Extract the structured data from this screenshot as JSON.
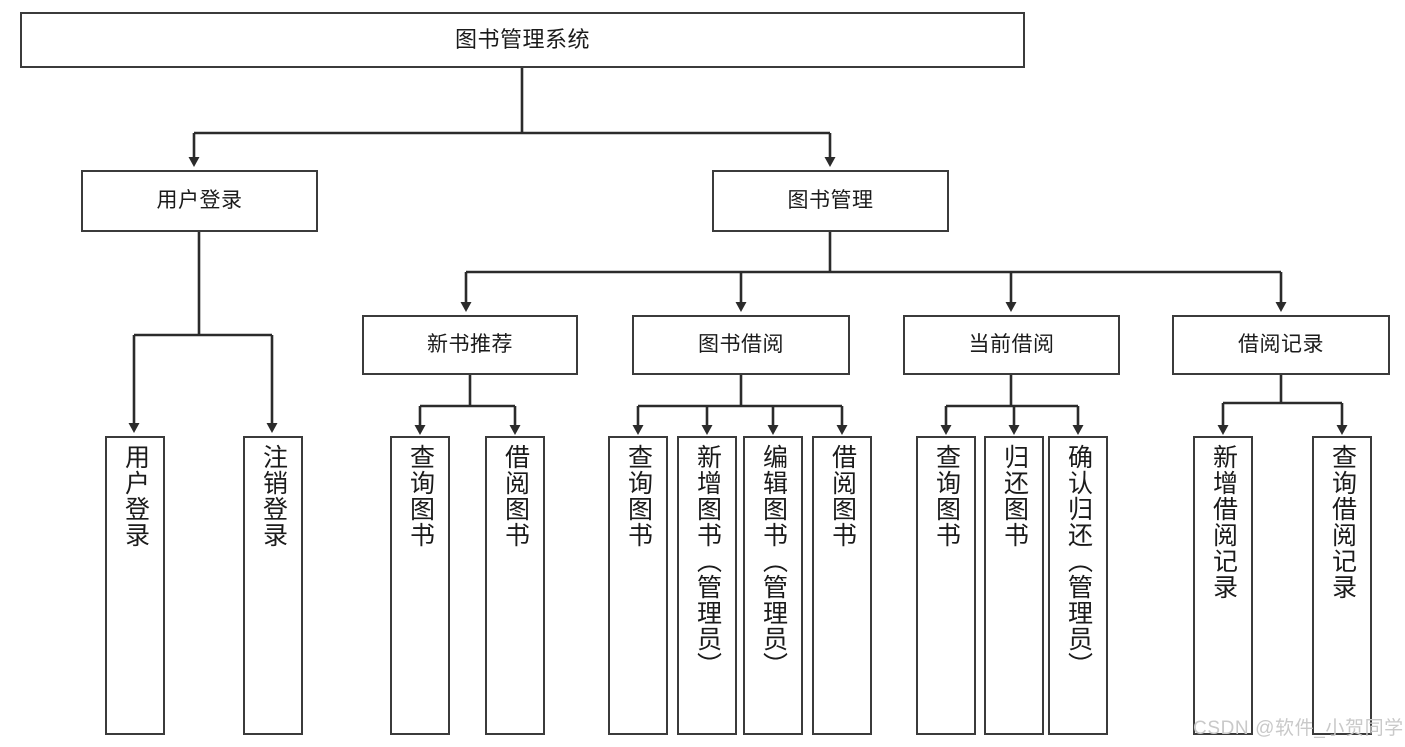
{
  "diagram": {
    "type": "tree",
    "title": "图书管理系统",
    "orientation": "top-down",
    "colors": {
      "box_border": "#3b3b3b",
      "box_fill": "#ffffff",
      "edge": "#2b2b2b",
      "text": "#1b1b1b",
      "watermark": "#c9c9c9",
      "background": "#ffffff"
    },
    "levels": [
      {
        "level": 1,
        "nodes": [
          {
            "id": "root",
            "label": "图书管理系统",
            "text_direction": "horizontal"
          }
        ]
      },
      {
        "level": 2,
        "nodes": [
          {
            "id": "login",
            "label": "用户登录",
            "text_direction": "horizontal",
            "parent": "root"
          },
          {
            "id": "bookmgmt",
            "label": "图书管理",
            "text_direction": "horizontal",
            "parent": "root"
          }
        ]
      },
      {
        "level": 3,
        "nodes": [
          {
            "id": "newbook",
            "label": "新书推荐",
            "text_direction": "horizontal",
            "parent": "bookmgmt"
          },
          {
            "id": "borrow",
            "label": "图书借阅",
            "text_direction": "horizontal",
            "parent": "bookmgmt"
          },
          {
            "id": "current",
            "label": "当前借阅",
            "text_direction": "horizontal",
            "parent": "bookmgmt"
          },
          {
            "id": "record",
            "label": "借阅记录",
            "text_direction": "horizontal",
            "parent": "bookmgmt"
          }
        ]
      },
      {
        "level": 4,
        "nodes": [
          {
            "id": "leaf1",
            "label": "用户登录",
            "text_direction": "vertical",
            "parent": "login"
          },
          {
            "id": "leaf2",
            "label": "注销登录",
            "text_direction": "vertical",
            "parent": "login"
          },
          {
            "id": "leaf3",
            "label": "查询图书",
            "text_direction": "vertical",
            "parent": "newbook"
          },
          {
            "id": "leaf4",
            "label": "借阅图书",
            "text_direction": "vertical",
            "parent": "newbook"
          },
          {
            "id": "leaf5",
            "label": "查询图书",
            "text_direction": "vertical",
            "parent": "borrow"
          },
          {
            "id": "leaf6",
            "label": "新增图书（管理员）",
            "text_direction": "vertical",
            "parent": "borrow"
          },
          {
            "id": "leaf7",
            "label": "编辑图书（管理员）",
            "text_direction": "vertical",
            "parent": "borrow"
          },
          {
            "id": "leaf8",
            "label": "借阅图书",
            "text_direction": "vertical",
            "parent": "borrow"
          },
          {
            "id": "leaf9",
            "label": "查询图书",
            "text_direction": "vertical",
            "parent": "current"
          },
          {
            "id": "leaf10",
            "label": "归还图书",
            "text_direction": "vertical",
            "parent": "current"
          },
          {
            "id": "leaf11",
            "label": "确认归还（管理员）",
            "text_direction": "vertical",
            "parent": "current"
          },
          {
            "id": "leaf12",
            "label": "新增借阅记录",
            "text_direction": "vertical",
            "parent": "record"
          },
          {
            "id": "leaf13",
            "label": "查询借阅记录",
            "text_direction": "vertical",
            "parent": "record"
          }
        ]
      }
    ]
  },
  "watermark": {
    "text": "CSDN @软件_小贺同学"
  }
}
